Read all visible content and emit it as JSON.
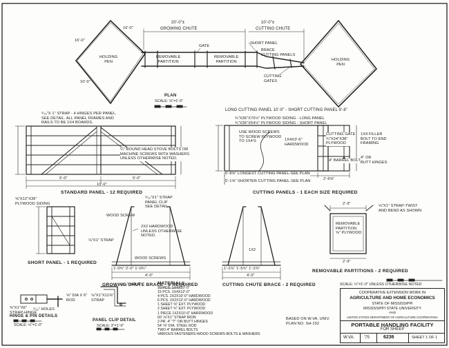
{
  "plan": {
    "dim_growing": "20'-0\"±",
    "title_growing": "GROWING CHUTE",
    "dim_cutting": "10'-0\"±",
    "title_cutting": "CUTTING CHUTE",
    "dim_pen_upper": "16'-0\"",
    "dim_pen_left": "16'-0\"",
    "dim_pen_lower": "10'-0\"",
    "holding_pen_left": "HOLDING\nPEN",
    "holding_pen_right": "HOLDING\nPEN",
    "label_gate": "GATE",
    "label_removable_1": "REMOVABLE\nPARTITION",
    "label_removable_2": "REMOVABLE\nPARTITION",
    "label_short_panel": "SHORT PANEL",
    "label_brace": "BRACE\nCUTTING PANELS",
    "label_cutting_gates": "CUTTING\nGATES",
    "caption": "PLAN",
    "scale": "SCALE: ⅛\"=1'-0\""
  },
  "standard_panel": {
    "note_strap": "⁵⁄₁₆\"X 1\" STRAP - 4 HINGES PER PANEL.\nSEE DETAIL. ALL PANEL FRAMES AND\nRAILS TO BE 1X4 BOARDS.",
    "note_bolts": "¼\" ROUND HEAD STOVE BOLTS OR\nMACHINE SCREWS WITH WASHERS\nUNLESS OTHERWISE NOTED.",
    "dim_left": "5'-0\"",
    "dim_right": "5'-0\"",
    "dim_total": "10'-0\"",
    "caption": "STANDARD PANEL - 12 REQUIRED"
  },
  "cutting_panels": {
    "header": "LONG CUTTING PANEL  10'-0\"  -  SHORT CUTTING PANEL  9'-8\"",
    "note_plywood": "¾\"X36\"X70½\" PLYWOOD SIDING - LONG PANEL\n¾\"X36\"X54½\" PLYWOOD SIDING - SHORT PANEL",
    "note_screws": "USE WOOD SCREWS\nTO SCREW PLYWOOD\nTO 1X4'S",
    "note_hardwood": "1X4X3'-6\"\nHARDWOOD",
    "note_gate": "CUTTING GATE\n¾\"X24\"X38\"\nPLYWOOD",
    "note_filler": "1X4 FILLER\nBOLT TO END\nFRAMING",
    "note_barrel": "4\" BARREL BOLT",
    "note_hinges": "4\" OR\nBUTT HINGES",
    "dim_long": "6'-8⅝\" LONGEST CUTTING PANEL-SEE PLAN",
    "dim_short": "5'-1⅝\" SHORTER CUTTING PANEL-SEE PLAN",
    "dim_gate": "2'-6⅜\"",
    "caption": "CUTTING PANELS - 1 EACH SIZE REQUIRED"
  },
  "short_panel": {
    "note": "⅝\"X12\"X36\"\nPLYWOOD SIDING",
    "caption": "SHORT PANEL - 1 REQUIRED"
  },
  "growing_brace": {
    "note_strap": "⁵⁄₁₆\"X1\" STRAP\nPANEL CLIP\nSEE DETAIL",
    "note_screw": "WOOD SCREW",
    "note_hardwood": "2X2 HARDWOOD\nUNLESS OTHERWISE\nNOTED.",
    "note_strap2": "⅛\"X1\" STRAP",
    "note_screws": "WOOD SCREWS",
    "dims": "1'-0¾\"   2'-0\"   1'-0¾\"",
    "dim_total": "4'-0\"",
    "caption": "GROWING CHUTE BRACE - 3 REQUIRED"
  },
  "cutting_brace": {
    "label_1x2": "1X2",
    "dims": "1'-2⅞\"   1'-5¾\"   1'-2⅞\"",
    "dim_total": "4'-0\"",
    "caption": "CUTTING CHUTE BRACE - 2 REQUIRED"
  },
  "removable": {
    "dim_top": "2'-9\"",
    "note_strap": "⅛\"X1\" STRAP-TWIST\nAND BEND AS SHOWN",
    "label": "REMOVABLE\nPARTITION\n⅝\" PLYWOOD",
    "dim_bottom": "2'-9\"",
    "caption": "REMOVABLE PARTITIONS - 2 REQUIRED"
  },
  "hinge": {
    "note_strap": "⅜\"X1\"X6\"\nSTRAP-HINGE",
    "note_holes": "⁵⁄₁₆\" HOLES",
    "note_dia": "⅝\" DIA X 6\"\nROD",
    "caption": "HINGE & PIN DETAILS",
    "scale": "SCALE: ½\"=1'-0\""
  },
  "clip": {
    "note_hole": "⁵⁄₁₆\" HOLE",
    "note_strap": "⅛\"X1\"X11⅜\"\nSTRAP",
    "caption": "PANEL CLIP DETAIL",
    "scale": "SCALE: 3\"=1'-0\""
  },
  "materials": {
    "title": "MATERIALS",
    "items": [
      "70 PCS. 1X4X10'-0\"",
      "15 PCS. 1X4X12'-0\"",
      "4 PCS. 2X2X10'-0\" HARDWOOD",
      "6 PCS. 2X2X12'-0\" HARDWOOD",
      "1 SHEET ⅝\" EXT. PLYWOOD",
      "2 SHEET ¾\" EXT. PLYWOOD",
      "1 PIECE 1X2X10'-0\" HARDWOOD",
      "60' ⅛\"X1\" STRAP IRON",
      "2 PR. 4\" \"T\" OR BUTT HINGES",
      "54' ⅝\" DIA. STEEL ROD",
      "TWO 4\" BARREL BOLTS",
      "VARIOUS FASTENERS-WOOD SCREWS-BOLTS & WASHERS"
    ]
  },
  "based_on": "BASED ON W.VA. UNIV.\nPLAN NO. SH-152",
  "title_block": {
    "scale_note": "SCALE: ¼\"=1'-0\" UNLESS OTHERWISE NOTED",
    "line1": "COOPERATIVE EXTENSION WORK IN",
    "line2": "AGRICULTURE AND HOME ECONOMICS",
    "line3": "STATE OF MISSISSIPPI",
    "line4": "MISSISSIPPI STATE UNIVERSITY",
    "line5": "AND",
    "line6": "UNITED STATES DEPARTMENT OF AGRICULTURE COOPERATING",
    "title": "PORTABLE HANDLING FACILITY",
    "subtitle": "FOR SHEEP",
    "state": "W.VA.",
    "year": "'75",
    "number": "6236",
    "sheet": "SHEET 1 OF 1"
  }
}
